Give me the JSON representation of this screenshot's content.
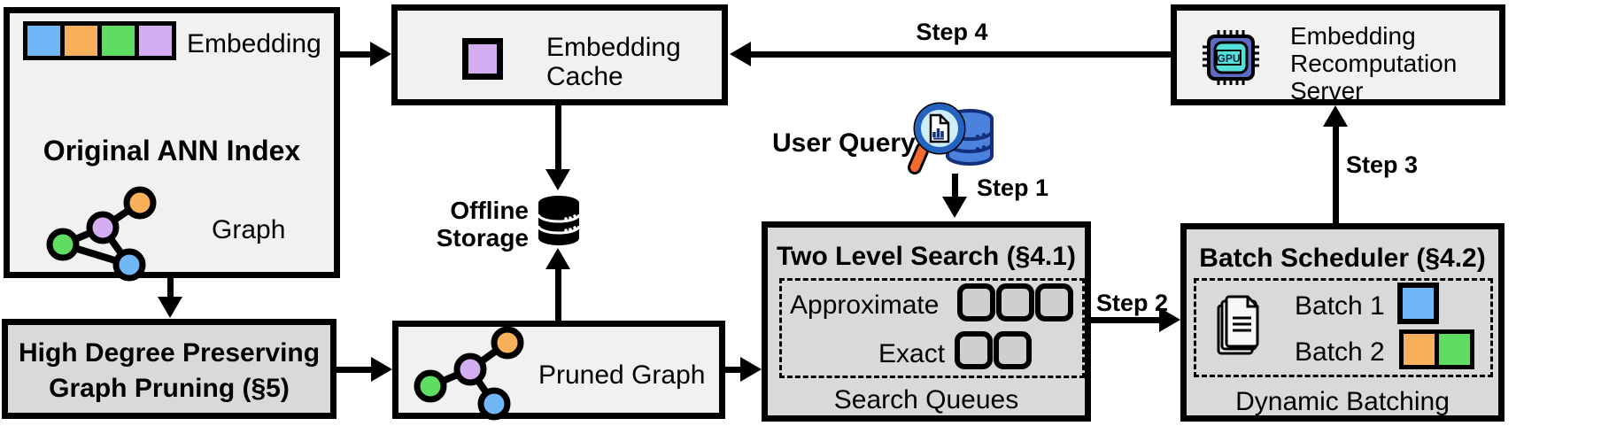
{
  "colors": {
    "box_light": "#f1f1f1",
    "box_dark": "#d9d9d9",
    "embedding_blue": "#6fb7f7",
    "embedding_orange": "#f9b05a",
    "embedding_green": "#5edd62",
    "embedding_purple": "#d4aef2",
    "stroke_black": "#000000",
    "gpu_chip_body": "#5c6cc4",
    "gpu_chip_inner": "#54e0d8",
    "query_db_blue": "#4a82dd",
    "magnifier_lens": "#cdeef8",
    "magnifier_handle_orange": "#f26a2e"
  },
  "original_index": {
    "embedding_label": "Embedding",
    "title": "Original ANN Index",
    "graph_label": "Graph"
  },
  "graph_pruning": {
    "line1": "High Degree Preserving",
    "line2": "Graph Pruning (§5)"
  },
  "embedding_cache": {
    "line1": "Embedding",
    "line2": "Cache"
  },
  "offline_storage": {
    "line1": "Offline",
    "line2": "Storage"
  },
  "user_query": {
    "label": "User Query"
  },
  "recomputation_server": {
    "line1": "Embedding",
    "line2": "Recomputation",
    "line3": "Server",
    "gpu_label": "GPU"
  },
  "pruned_graph": {
    "label": "Pruned Graph"
  },
  "two_level_search": {
    "title": "Two Level Search (§4.1)",
    "approximate_label": "Approximate",
    "exact_label": "Exact",
    "footer": "Search Queues"
  },
  "batch_scheduler": {
    "title": "Batch Scheduler (§4.2)",
    "batch1_label": "Batch 1",
    "batch2_label": "Batch 2",
    "footer": "Dynamic Batching"
  },
  "steps": {
    "step1": "Step 1",
    "step2": "Step 2",
    "step3": "Step 3",
    "step4": "Step 4"
  }
}
